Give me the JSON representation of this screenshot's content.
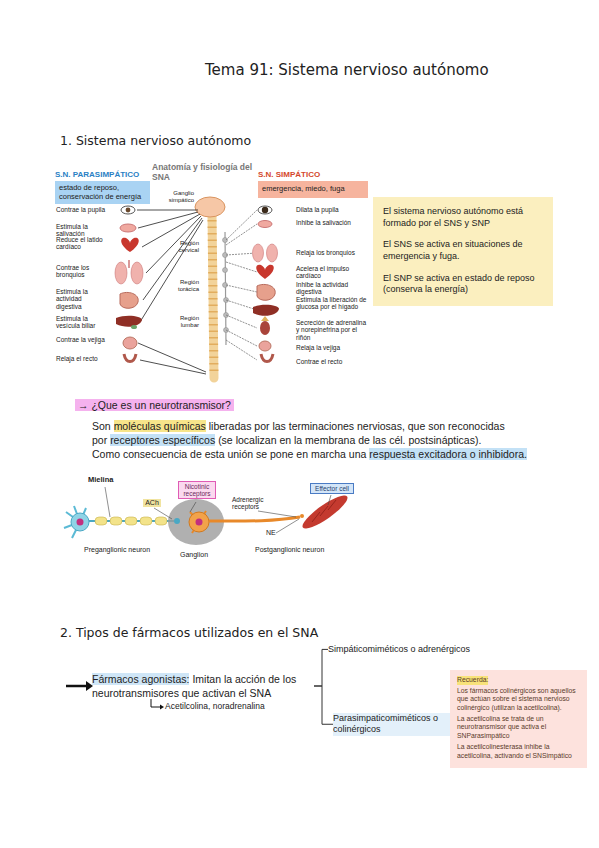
{
  "diagram": {
    "title": "Tema 91: Sistema nervioso autónomo",
    "nodes": [
      {
        "text": [
          "S.N. PARASIMPÁTICO",
          "estado de reposo, conservación de energía"
        ]
      },
      {
        "text": [
          "S.N. SIMPÁTICO",
          "emergencia, miedo, fuga"
        ]
      },
      {
        "text": [
          "El sistema nervioso autónomo está formado por el SNS y SNP",
          "El SNS se activa en situaciones de emergencia y fuga.",
          "El SNP se activa en estado de reposo (conserva la energía)"
        ]
      },
      {
        "text": [
          "Nicotinic receptors"
        ]
      },
      {
        "text": [
          "Effector cell"
        ]
      },
      {
        "text": [
          "Fármacos agonistas:",
          "Imitan la acción de los neurotransmisores que activan el SNA"
        ]
      },
      {
        "text": [
          "Simpáticomiméticos o adrenérgicos"
        ]
      },
      {
        "text": [
          "Parasimpaticomiméticos o colinérgicos"
        ]
      },
      {
        "text": [
          "Recuerda:",
          "Los fármacos colinérgicos son aquellos que actúan sobre el sistema nervioso colinérgico (utilizan la acetilcolina).",
          "La acetilcolina se trata de un neurotransmisor que activa el SNParasimpático",
          "La acetilcolinesterasa inhibe la acetilcolina, activando el SNSimpático"
        ]
      }
    ],
    "edges": [
      {
        "from": 5,
        "to": 6,
        "arrow": "none"
      },
      {
        "from": 5,
        "to": 7,
        "arrow": "none"
      }
    ],
    "labels": [
      "1. Sistema nervioso autónomo",
      "Anatomía y fisiología del SNA",
      "Contrae la pupila",
      "Estimula la salivación",
      "Reduce el latido cardíaco",
      "Contrae los bronquios",
      "Estimula la actividad digestiva",
      "Estimula la vesícula biliar",
      "Contrae la vejiga",
      "Relaja el recto",
      "Ganglio simpático",
      "Región cervical",
      "Región torácica",
      "Región lumbar",
      "Dilata la pupila",
      "Inhibe la salivación",
      "Relaja los bronquios",
      "Acelera el impulso cardíaco",
      "Inhibe la actividad digestiva",
      "Estimula la liberación de glucosa por el hígado",
      "Secreción de adrenalina y norepinefrina por el riñón",
      "Relaja la vejiga",
      "Contrae el recto",
      "→ ¿Que es un neurotransmisor?",
      "Son",
      "moléculas químicas",
      "liberadas por las terminaciones nerviosas, que son reconocidas por",
      "receptores específicos",
      "(se localizan en la membrana de las cél. postsinápticas).",
      "Como consecuencia de esta unión se pone en marcha una",
      "respuesta excitadora o inhibidora.",
      "Mielina",
      "ACh",
      "Adrenergic receptors",
      "Preganglionic neuron",
      "Ganglion",
      "NE",
      "Postganglionic neuron",
      "2. Tipos de fármacos utilizados en el SNA",
      "Acetilcolina, noradrenalina"
    ]
  }
}
